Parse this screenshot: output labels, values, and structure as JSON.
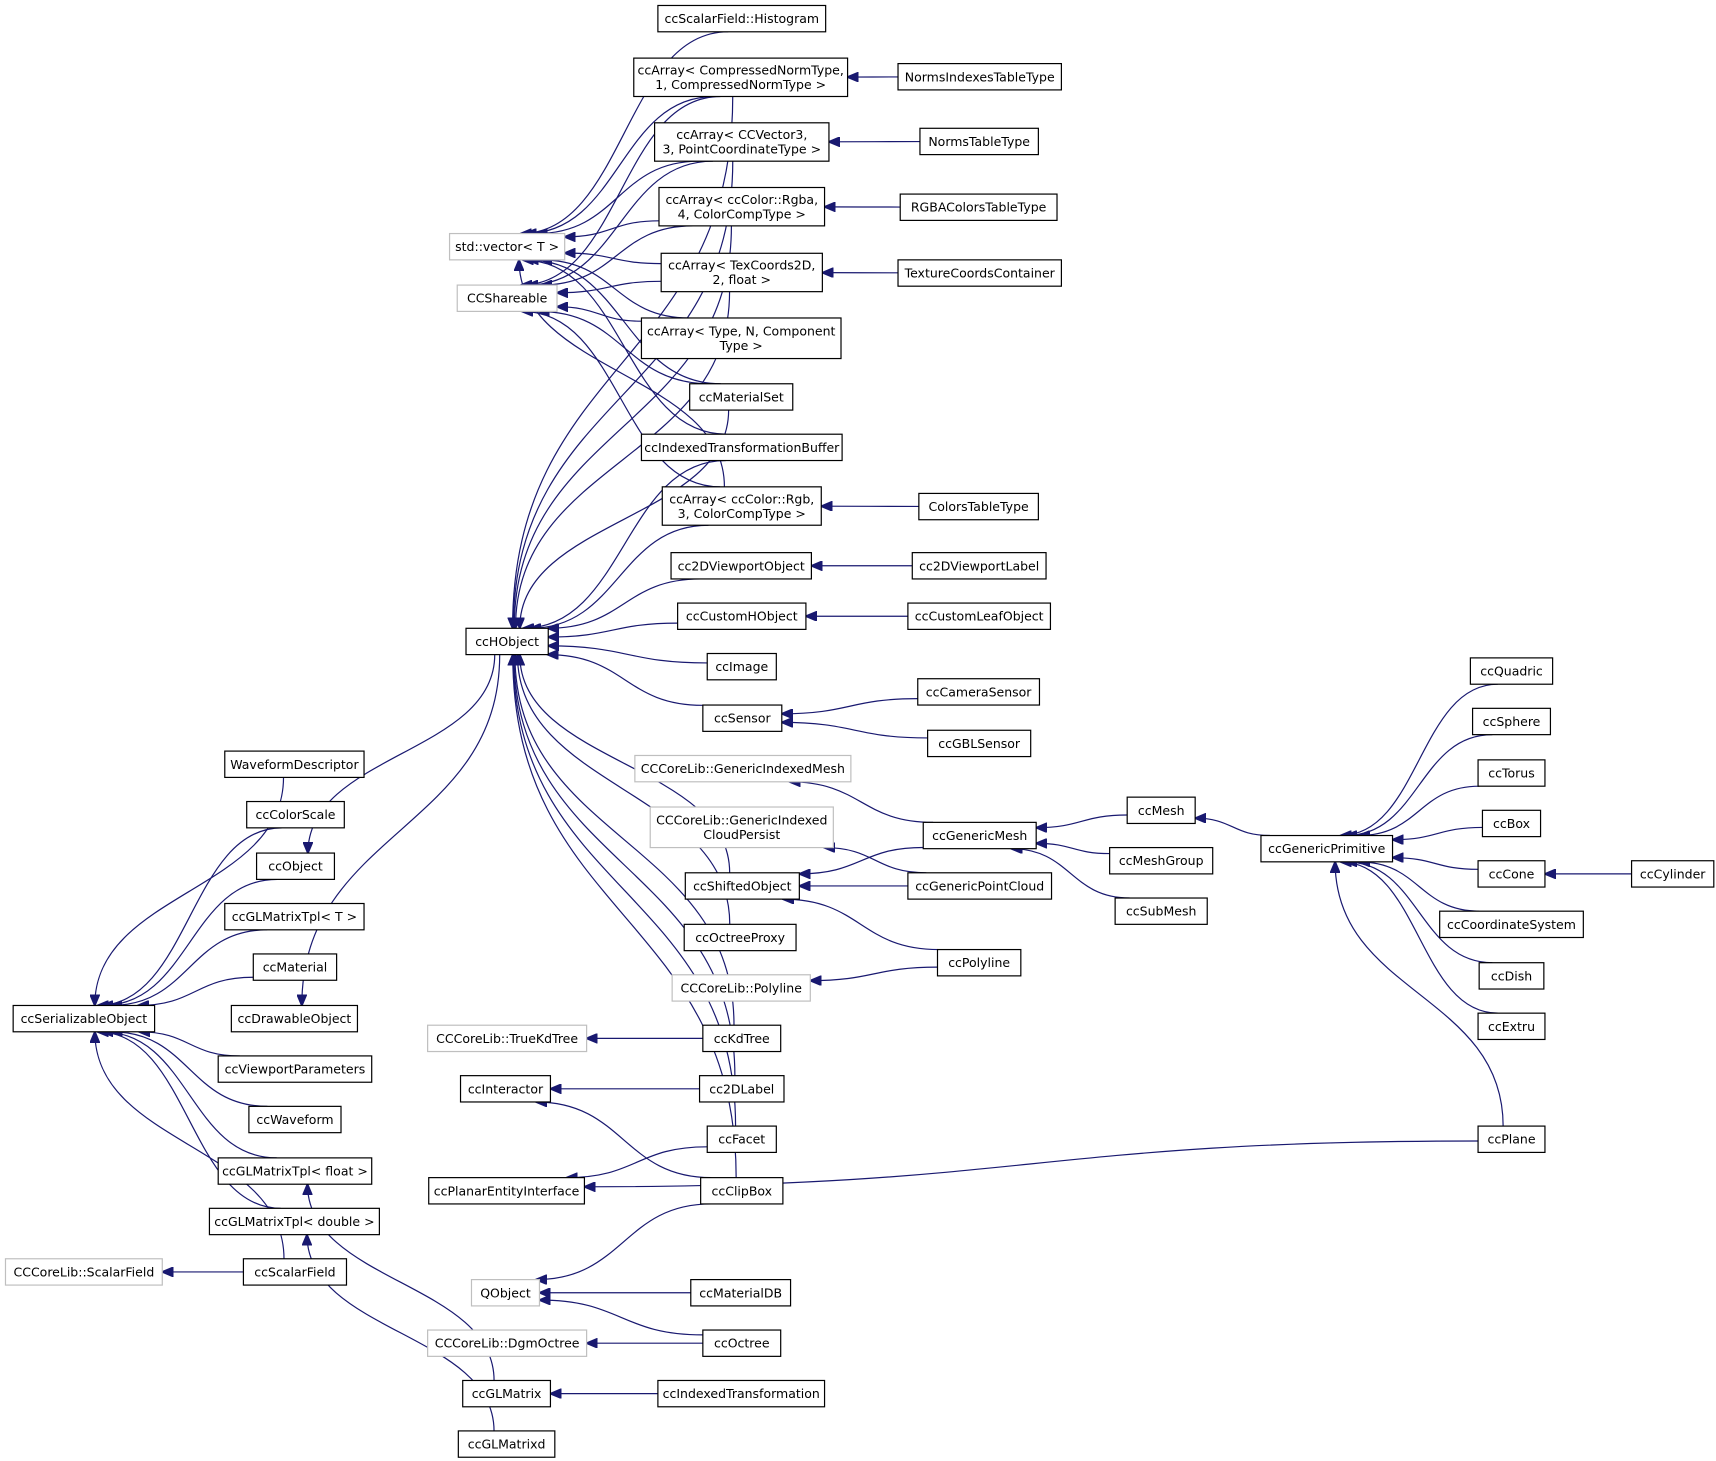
{
  "colors": {
    "edge": "#191970",
    "node_border": "#000000",
    "external_border": "#bfbfbf"
  },
  "nodes": [
    {
      "id": "sfHist",
      "lines": [
        "ccScalarField::Histogram"
      ]
    },
    {
      "id": "arrNorm",
      "lines": [
        "ccArray< CompressedNormType,",
        "1, CompressedNormType >"
      ]
    },
    {
      "id": "normIdx",
      "lines": [
        "NormsIndexesTableType"
      ]
    },
    {
      "id": "arrVec3",
      "lines": [
        "ccArray< CCVector3,",
        "3, PointCoordinateType >"
      ]
    },
    {
      "id": "normsTT",
      "lines": [
        "NormsTableType"
      ]
    },
    {
      "id": "arrRgba",
      "lines": [
        "ccArray< ccColor::Rgba,",
        "4, ColorCompType >"
      ]
    },
    {
      "id": "rgbaTT",
      "lines": [
        "RGBAColorsTableType"
      ]
    },
    {
      "id": "stdvec",
      "lines": [
        "std::vector< T >"
      ],
      "external": true
    },
    {
      "id": "arrTex",
      "lines": [
        "ccArray< TexCoords2D,",
        "2, float >"
      ]
    },
    {
      "id": "texCont",
      "lines": [
        "TextureCoordsContainer"
      ]
    },
    {
      "id": "shareable",
      "lines": [
        "CCShareable"
      ],
      "external": true
    },
    {
      "id": "arrGen",
      "lines": [
        "ccArray< Type, N, Component",
        "Type >"
      ]
    },
    {
      "id": "matSet",
      "lines": [
        "ccMaterialSet"
      ]
    },
    {
      "id": "idxTB",
      "lines": [
        "ccIndexedTransformationBuffer"
      ]
    },
    {
      "id": "arrRgb",
      "lines": [
        "ccArray< ccColor::Rgb,",
        "3, ColorCompType >"
      ]
    },
    {
      "id": "colorsTT",
      "lines": [
        "ColorsTableType"
      ]
    },
    {
      "id": "vp2d",
      "lines": [
        "cc2DViewportObject"
      ]
    },
    {
      "id": "vp2dLabel",
      "lines": [
        "cc2DViewportLabel"
      ]
    },
    {
      "id": "customH",
      "lines": [
        "ccCustomHObject"
      ]
    },
    {
      "id": "customLeaf",
      "lines": [
        "ccCustomLeafObject"
      ]
    },
    {
      "id": "hobj",
      "lines": [
        "ccHObject"
      ]
    },
    {
      "id": "image",
      "lines": [
        "ccImage"
      ]
    },
    {
      "id": "camSensor",
      "lines": [
        "ccCameraSensor"
      ]
    },
    {
      "id": "sensor",
      "lines": [
        "ccSensor"
      ]
    },
    {
      "id": "gbl",
      "lines": [
        "ccGBLSensor"
      ]
    },
    {
      "id": "quadric",
      "lines": [
        "ccQuadric"
      ]
    },
    {
      "id": "sphere",
      "lines": [
        "ccSphere"
      ]
    },
    {
      "id": "gim",
      "lines": [
        "CCCoreLib::GenericIndexedMesh"
      ],
      "external": true
    },
    {
      "id": "torus",
      "lines": [
        "ccTorus"
      ]
    },
    {
      "id": "gicp",
      "lines": [
        "CCCoreLib::GenericIndexed",
        "CloudPersist"
      ],
      "external": true
    },
    {
      "id": "mesh",
      "lines": [
        "ccMesh"
      ]
    },
    {
      "id": "genMesh",
      "lines": [
        "ccGenericMesh"
      ]
    },
    {
      "id": "box",
      "lines": [
        "ccBox"
      ]
    },
    {
      "id": "genPrim",
      "lines": [
        "ccGenericPrimitive"
      ]
    },
    {
      "id": "meshGroup",
      "lines": [
        "ccMeshGroup"
      ]
    },
    {
      "id": "cone",
      "lines": [
        "ccCone"
      ]
    },
    {
      "id": "cylinder",
      "lines": [
        "ccCylinder"
      ]
    },
    {
      "id": "shifted",
      "lines": [
        "ccShiftedObject"
      ]
    },
    {
      "id": "genPC",
      "lines": [
        "ccGenericPointCloud"
      ]
    },
    {
      "id": "subMesh",
      "lines": [
        "ccSubMesh"
      ]
    },
    {
      "id": "coordSys",
      "lines": [
        "ccCoordinateSystem"
      ]
    },
    {
      "id": "octProxy",
      "lines": [
        "ccOctreeProxy"
      ]
    },
    {
      "id": "polyline",
      "lines": [
        "ccPolyline"
      ]
    },
    {
      "id": "dish",
      "lines": [
        "ccDish"
      ]
    },
    {
      "id": "cclPoly",
      "lines": [
        "CCCoreLib::Polyline"
      ],
      "external": true
    },
    {
      "id": "extru",
      "lines": [
        "ccExtru"
      ]
    },
    {
      "id": "trueKd",
      "lines": [
        "CCCoreLib::TrueKdTree"
      ],
      "external": true
    },
    {
      "id": "kdtree",
      "lines": [
        "ccKdTree"
      ]
    },
    {
      "id": "interactor",
      "lines": [
        "ccInteractor"
      ]
    },
    {
      "id": "label2d",
      "lines": [
        "cc2DLabel"
      ]
    },
    {
      "id": "facet",
      "lines": [
        "ccFacet"
      ]
    },
    {
      "id": "plane",
      "lines": [
        "ccPlane"
      ]
    },
    {
      "id": "planarEI",
      "lines": [
        "ccPlanarEntityInterface"
      ]
    },
    {
      "id": "clipBox",
      "lines": [
        "ccClipBox"
      ]
    },
    {
      "id": "waveDesc",
      "lines": [
        "WaveformDescriptor"
      ]
    },
    {
      "id": "colorScale",
      "lines": [
        "ccColorScale"
      ]
    },
    {
      "id": "object",
      "lines": [
        "ccObject"
      ]
    },
    {
      "id": "glmT",
      "lines": [
        "ccGLMatrixTpl< T >"
      ]
    },
    {
      "id": "material",
      "lines": [
        "ccMaterial"
      ]
    },
    {
      "id": "serializable",
      "lines": [
        "ccSerializableObject"
      ]
    },
    {
      "id": "drawable",
      "lines": [
        "ccDrawableObject"
      ]
    },
    {
      "id": "vpParams",
      "lines": [
        "ccViewportParameters"
      ]
    },
    {
      "id": "waveform",
      "lines": [
        "ccWaveform"
      ]
    },
    {
      "id": "glmFloat",
      "lines": [
        "ccGLMatrixTpl< float >"
      ]
    },
    {
      "id": "glmDouble",
      "lines": [
        "ccGLMatrixTpl< double >"
      ]
    },
    {
      "id": "cclSF",
      "lines": [
        "CCCoreLib::ScalarField"
      ],
      "external": true
    },
    {
      "id": "scalarField",
      "lines": [
        "ccScalarField"
      ]
    },
    {
      "id": "qobject",
      "lines": [
        "QObject"
      ],
      "external": true
    },
    {
      "id": "matDB",
      "lines": [
        "ccMaterialDB"
      ]
    },
    {
      "id": "dgmOct",
      "lines": [
        "CCCoreLib::DgmOctree"
      ],
      "external": true
    },
    {
      "id": "octree",
      "lines": [
        "ccOctree"
      ]
    },
    {
      "id": "glMatrix",
      "lines": [
        "ccGLMatrix"
      ]
    },
    {
      "id": "idxTrans",
      "lines": [
        "ccIndexedTransformation"
      ]
    },
    {
      "id": "glMatrixd",
      "lines": [
        "ccGLMatrixd"
      ]
    }
  ],
  "edges": [
    [
      "sfHist",
      "stdvec"
    ],
    [
      "arrNorm",
      "stdvec"
    ],
    [
      "arrNorm",
      "shareable"
    ],
    [
      "normIdx",
      "arrNorm"
    ],
    [
      "arrVec3",
      "stdvec"
    ],
    [
      "arrVec3",
      "shareable"
    ],
    [
      "normsTT",
      "arrVec3"
    ],
    [
      "arrRgba",
      "stdvec"
    ],
    [
      "arrRgba",
      "shareable"
    ],
    [
      "rgbaTT",
      "arrRgba"
    ],
    [
      "arrTex",
      "stdvec"
    ],
    [
      "arrTex",
      "shareable"
    ],
    [
      "texCont",
      "arrTex"
    ],
    [
      "arrGen",
      "stdvec"
    ],
    [
      "arrGen",
      "shareable"
    ],
    [
      "matSet",
      "stdvec"
    ],
    [
      "matSet",
      "shareable"
    ],
    [
      "matSet",
      "hobj"
    ],
    [
      "idxTB",
      "stdvec"
    ],
    [
      "idxTB",
      "hobj"
    ],
    [
      "arrRgb",
      "stdvec"
    ],
    [
      "arrRgb",
      "shareable"
    ],
    [
      "colorsTT",
      "arrRgb"
    ],
    [
      "arrNorm",
      "hobj"
    ],
    [
      "arrVec3",
      "hobj"
    ],
    [
      "arrRgba",
      "hobj"
    ],
    [
      "arrTex",
      "hobj"
    ],
    [
      "arrRgb",
      "hobj"
    ],
    [
      "vp2d",
      "hobj"
    ],
    [
      "vp2dLabel",
      "vp2d"
    ],
    [
      "customH",
      "hobj"
    ],
    [
      "customLeaf",
      "customH"
    ],
    [
      "image",
      "hobj"
    ],
    [
      "sensor",
      "hobj"
    ],
    [
      "camSensor",
      "sensor"
    ],
    [
      "gbl",
      "sensor"
    ],
    [
      "genMesh",
      "gim"
    ],
    [
      "genMesh",
      "shifted"
    ],
    [
      "mesh",
      "genMesh"
    ],
    [
      "meshGroup",
      "genMesh"
    ],
    [
      "subMesh",
      "genMesh"
    ],
    [
      "genPrim",
      "mesh"
    ],
    [
      "quadric",
      "genPrim"
    ],
    [
      "sphere",
      "genPrim"
    ],
    [
      "torus",
      "genPrim"
    ],
    [
      "box",
      "genPrim"
    ],
    [
      "cone",
      "genPrim"
    ],
    [
      "cylinder",
      "cone"
    ],
    [
      "coordSys",
      "genPrim"
    ],
    [
      "dish",
      "genPrim"
    ],
    [
      "extru",
      "genPrim"
    ],
    [
      "plane",
      "genPrim"
    ],
    [
      "shifted",
      "hobj"
    ],
    [
      "genPC",
      "gicp"
    ],
    [
      "genPC",
      "shifted"
    ],
    [
      "polyline",
      "shifted"
    ],
    [
      "polyline",
      "cclPoly"
    ],
    [
      "octProxy",
      "hobj"
    ],
    [
      "kdtree",
      "hobj"
    ],
    [
      "kdtree",
      "trueKd"
    ],
    [
      "label2d",
      "hobj"
    ],
    [
      "label2d",
      "interactor"
    ],
    [
      "facet",
      "hobj"
    ],
    [
      "facet",
      "planarEI"
    ],
    [
      "plane",
      "planarEI"
    ],
    [
      "clipBox",
      "hobj"
    ],
    [
      "clipBox",
      "interactor"
    ],
    [
      "clipBox",
      "qobject"
    ],
    [
      "waveDesc",
      "serializable"
    ],
    [
      "colorScale",
      "serializable"
    ],
    [
      "object",
      "serializable"
    ],
    [
      "glmT",
      "serializable"
    ],
    [
      "material",
      "serializable"
    ],
    [
      "vpParams",
      "serializable"
    ],
    [
      "waveform",
      "serializable"
    ],
    [
      "glmFloat",
      "serializable"
    ],
    [
      "glmDouble",
      "serializable"
    ],
    [
      "scalarField",
      "serializable"
    ],
    [
      "scalarField",
      "cclSF"
    ],
    [
      "hobj",
      "object"
    ],
    [
      "hobj",
      "drawable"
    ],
    [
      "matDB",
      "qobject"
    ],
    [
      "octree",
      "qobject"
    ],
    [
      "octree",
      "dgmOct"
    ],
    [
      "glMatrix",
      "glmFloat"
    ],
    [
      "glMatrixd",
      "glmDouble"
    ],
    [
      "idxTrans",
      "glMatrix"
    ]
  ]
}
